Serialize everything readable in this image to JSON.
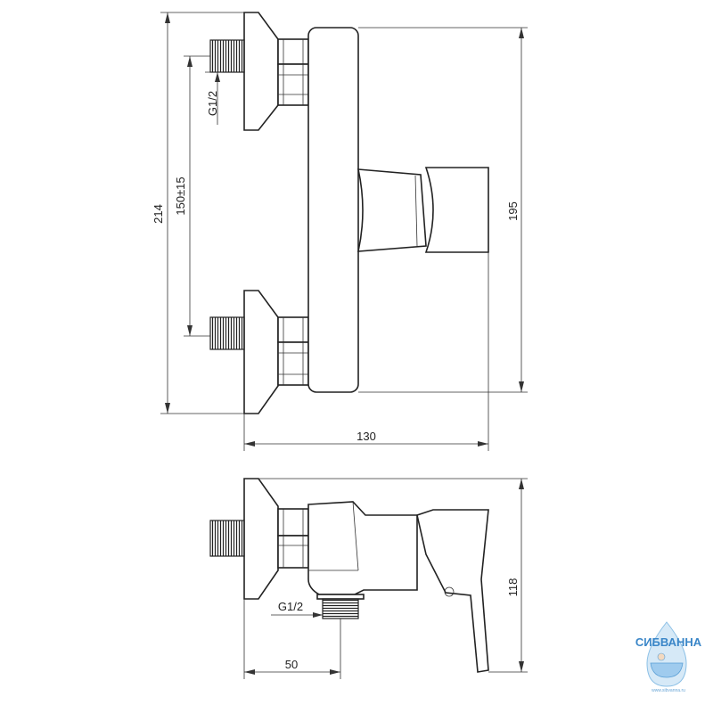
{
  "front_view": {
    "dimensions": {
      "total_height": "214",
      "body_height": "195",
      "inlet_spacing": "150±15",
      "width": "130",
      "inlet_thread": "G1/2"
    }
  },
  "side_view": {
    "dimensions": {
      "height": "118",
      "outlet_offset": "50",
      "outlet_thread": "G1/2"
    }
  },
  "watermark": {
    "brand": "СИБВАННА",
    "url": "www.sibvanna.ru"
  },
  "colors": {
    "line": "#222222",
    "logo": "#3a86c8"
  }
}
